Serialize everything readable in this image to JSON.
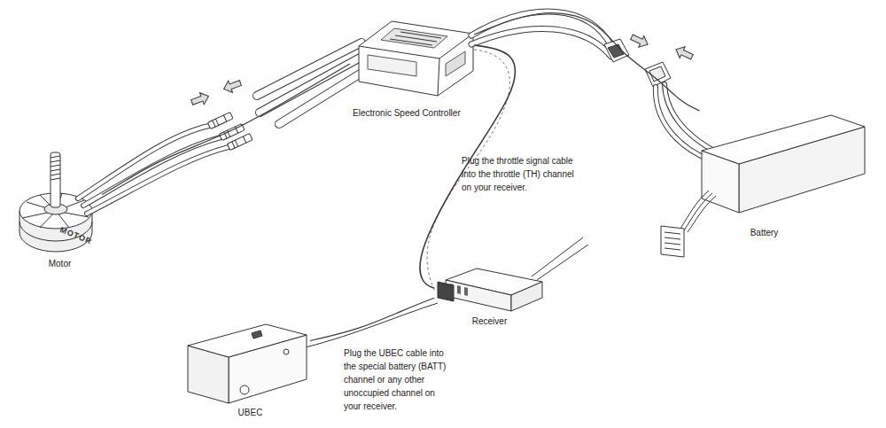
{
  "diagram": {
    "nodes": [
      {
        "text": [
          "Electronic Speed Controller"
        ]
      },
      {
        "text": [
          "Motor"
        ]
      },
      {
        "text": [
          "Battery"
        ]
      },
      {
        "text": [
          "Receiver"
        ]
      },
      {
        "text": [
          "UBEC"
        ]
      }
    ],
    "edges": [
      {
        "from": 0,
        "to": 1,
        "arrow": "none"
      },
      {
        "from": 0,
        "to": 2,
        "arrow": "none"
      },
      {
        "from": 0,
        "to": 3,
        "arrow": "none"
      },
      {
        "from": 4,
        "to": 3,
        "arrow": "none"
      }
    ],
    "labels": [
      "MOTOR",
      "Plug the throttle signal cable into the throttle (TH) channel on your receiver.",
      "Plug the UBEC cable into the special battery (BATT) channel or any other unoccupied channel on your receiver."
    ]
  }
}
